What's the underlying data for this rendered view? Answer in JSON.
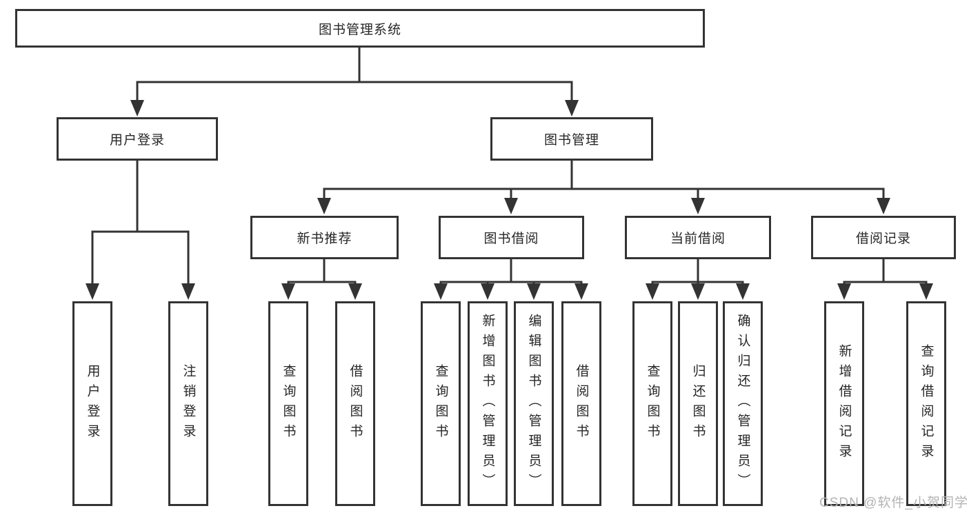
{
  "diagram": {
    "root": {
      "label": "图书管理系统"
    },
    "level2": [
      {
        "label": "用户登录",
        "children": [
          {
            "label": "用户登录"
          },
          {
            "label": "注销登录"
          }
        ]
      },
      {
        "label": "图书管理",
        "children": [
          {
            "label": "新书推荐",
            "children": [
              {
                "label": "查询图书"
              },
              {
                "label": "借阅图书"
              }
            ]
          },
          {
            "label": "图书借阅",
            "children": [
              {
                "label": "查询图书"
              },
              {
                "label": "新增图书（管理员）"
              },
              {
                "label": "编辑图书（管理员）"
              },
              {
                "label": "借阅图书"
              }
            ]
          },
          {
            "label": "当前借阅",
            "children": [
              {
                "label": "查询图书"
              },
              {
                "label": "归还图书"
              },
              {
                "label": "确认归还（管理员）"
              }
            ]
          },
          {
            "label": "借阅记录",
            "children": [
              {
                "label": "新增借阅记录"
              },
              {
                "label": "查询借阅记录"
              }
            ]
          }
        ]
      }
    ]
  },
  "watermark": {
    "text": "CSDN @软件_小贺同学"
  },
  "colors": {
    "line": "#333333",
    "text": "#262626",
    "background": "#ffffff",
    "watermark": "#b3b3b3"
  }
}
